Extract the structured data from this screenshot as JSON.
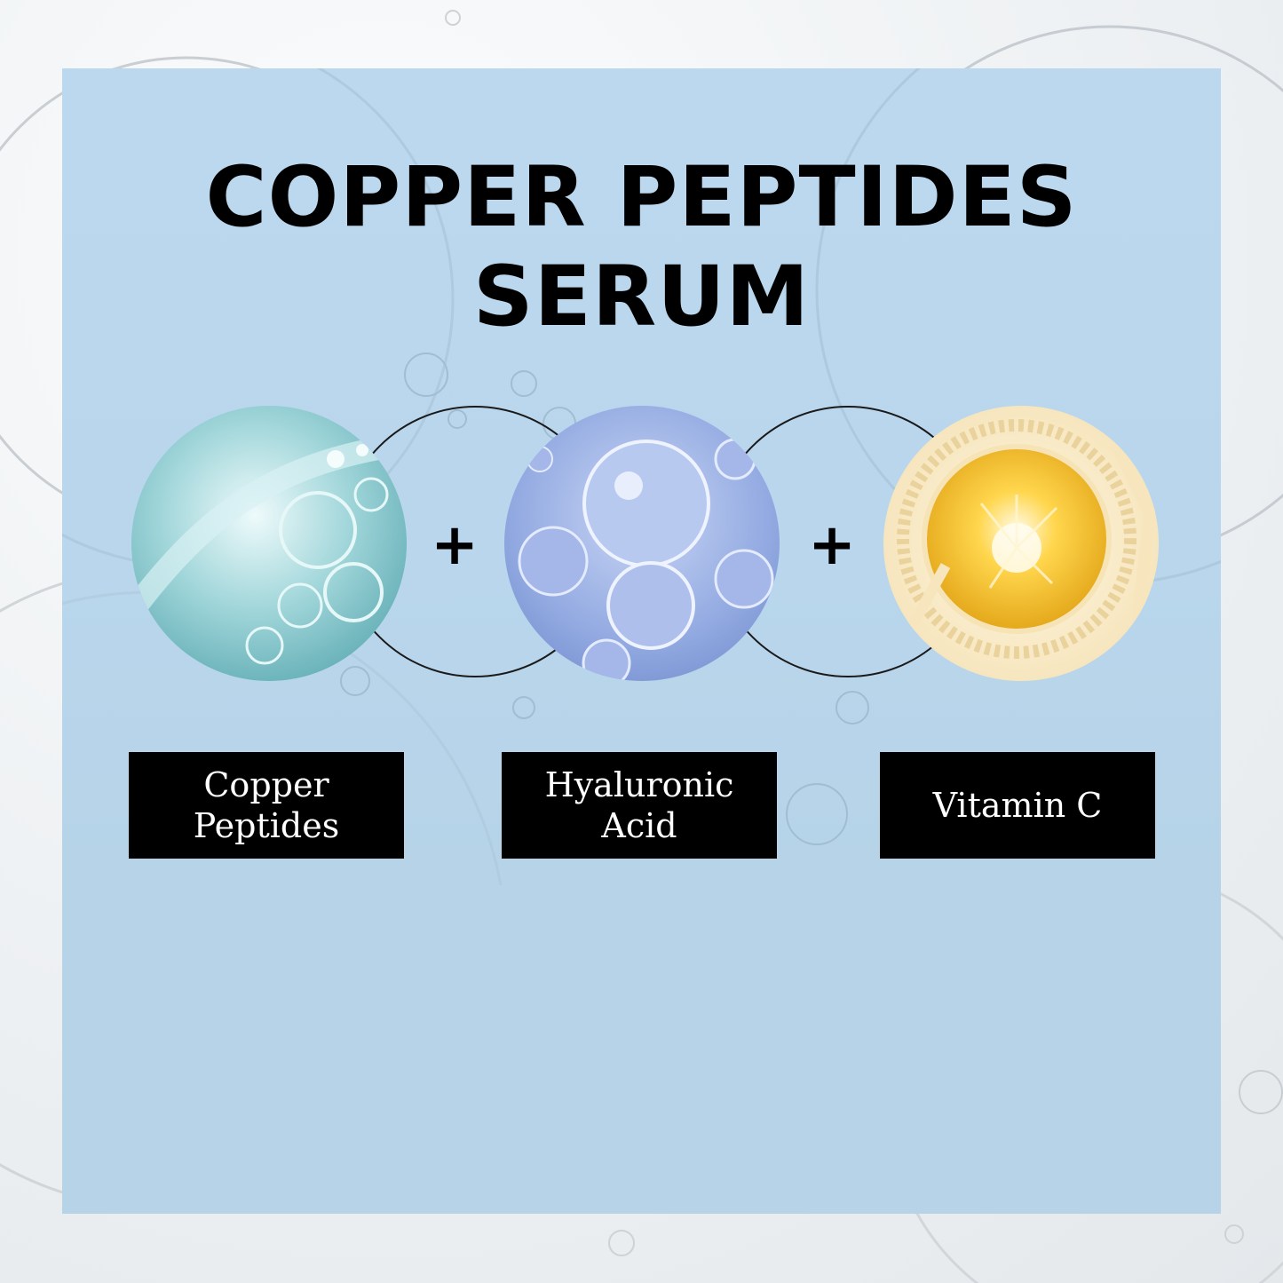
{
  "title_lines": [
    "COPPER PEPTIDES",
    "SERUM"
  ],
  "plus": "+",
  "ingredients": [
    {
      "label": "Copper Peptides",
      "icon": "water-droplets-image",
      "accent": "#7cc2c8"
    },
    {
      "label": "Hyaluronic Acid",
      "icon": "bubbles-image",
      "accent": "#7f9fd8"
    },
    {
      "label": "Vitamin C",
      "icon": "golden-serum-drop-image",
      "accent": "#f2b526"
    }
  ],
  "colors": {
    "panel": "#b6d3e8",
    "background": "#eef1f3",
    "label_box": "#000000",
    "label_text": "#ffffff",
    "title": "#000000"
  }
}
